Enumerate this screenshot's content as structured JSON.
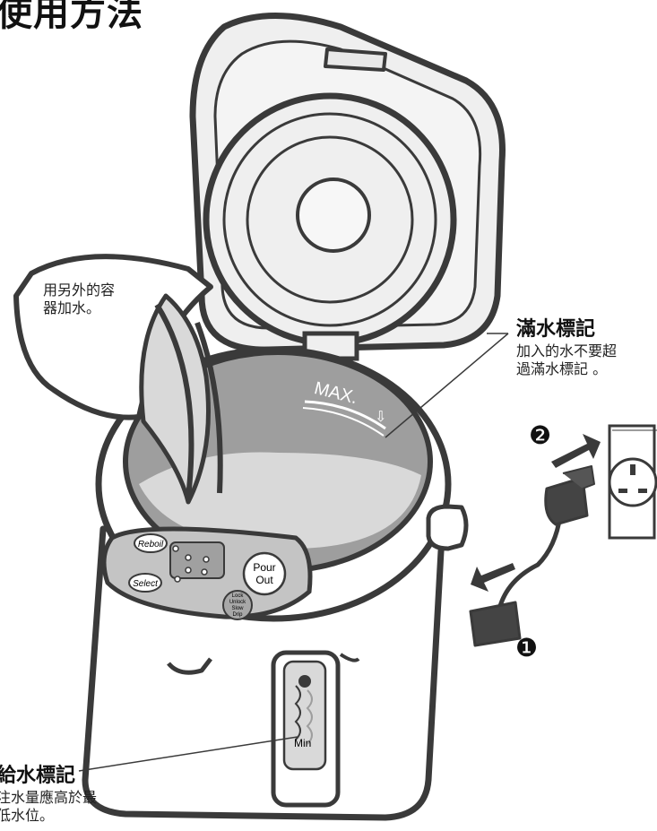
{
  "page_title": "使用方法",
  "callouts": {
    "container": {
      "line1": "用另外的容",
      "line2": "器加水。"
    },
    "max_mark": {
      "title": "滿水標記",
      "line1": "加入的水不要超",
      "line2": "過滿水標記 。"
    },
    "min_mark": {
      "title": "給水標記",
      "line1": "注水量應高於最",
      "line2": "低水位。"
    }
  },
  "kettle": {
    "max_label": "MAX.",
    "min_label": "Min",
    "buttons": {
      "reboil": "Reboil",
      "select": "Select",
      "pour_line1": "Pour",
      "pour_line2": "Out",
      "lock_line1": "Lock",
      "lock_line2": "Unlock",
      "lock_line3": "Slow",
      "lock_line4": "Drip"
    }
  },
  "steps": {
    "step1": "❶",
    "step2": "❷"
  },
  "colors": {
    "outline": "#3a3a3a",
    "water": "#d9d9d9",
    "inner": "#9e9e9e",
    "panel": "#c4c4c4",
    "lid": "#efefef"
  }
}
